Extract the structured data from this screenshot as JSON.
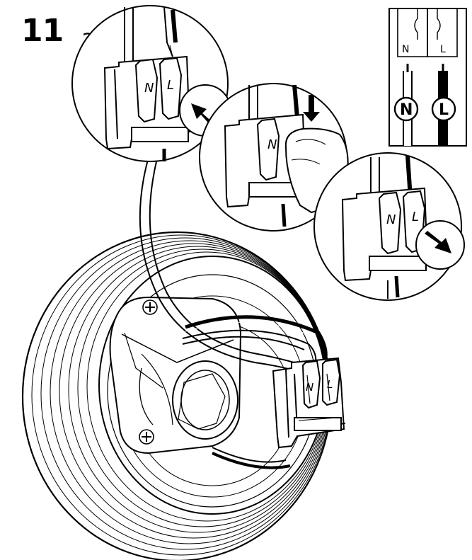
{
  "instruction": {
    "step_number": "11",
    "multiplier": "2x"
  },
  "legend": {
    "terminal_neutral": "N",
    "terminal_live": "L",
    "badge_neutral": "N",
    "badge_live": "L"
  },
  "connector_labels": {
    "neutral": "N",
    "live": "L"
  },
  "colors": {
    "line": "#000000",
    "background": "#ffffff",
    "live_wire": "#000000",
    "neutral_wire": "#ffffff"
  },
  "icons": [
    "push-arrow-icon",
    "press-down-arrow-icon",
    "pull-arrow-icon",
    "finger-icon",
    "screw-icon"
  ]
}
